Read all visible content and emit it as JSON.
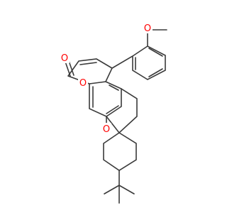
{
  "molecule": {
    "atoms": {
      "carbonyl_oxygen": "O",
      "lactone_oxygen": "O",
      "spiro_oxygen": "O",
      "methoxy_oxygen": "O"
    },
    "colors": {
      "bond": "#3a3a3a",
      "oxygen": "#ff0000"
    }
  }
}
